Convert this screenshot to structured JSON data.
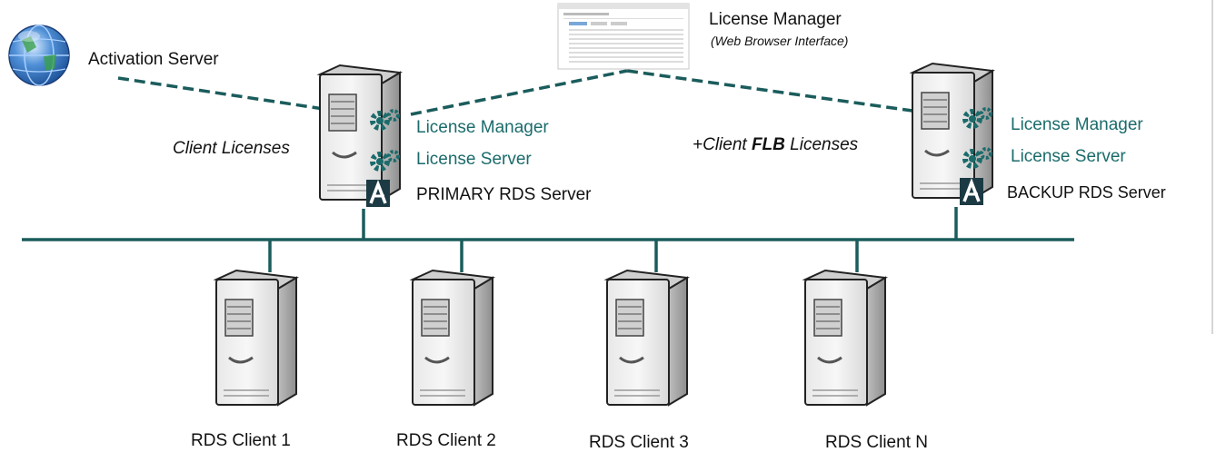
{
  "activation_server": {
    "label": "Activation Server"
  },
  "license_manager_ui": {
    "title": "License Manager",
    "subtitle": "(Web Browser Interface)"
  },
  "primary": {
    "side_note": "Client Licenses",
    "service_1": "License Manager",
    "service_2": "License Server",
    "role": "PRIMARY RDS Server"
  },
  "backup": {
    "side_note_prefix": "+Client ",
    "side_note_bold": "FLB",
    "side_note_suffix": " Licenses",
    "service_1": "License Manager",
    "service_2": "License Server",
    "role": "BACKUP RDS Server"
  },
  "clients": [
    {
      "label": "RDS Client 1"
    },
    {
      "label": "RDS Client 2"
    },
    {
      "label": "RDS Client 3"
    },
    {
      "label": "RDS Client N"
    }
  ],
  "colors": {
    "network_line": "#1b5c5c",
    "dashed_link": "#1b5c5c",
    "service_text": "#1b6b6b",
    "gear": "#1b6b6b",
    "app_badge": "#1c3a44"
  },
  "icons": [
    "globe-icon",
    "browser-screenshot-icon",
    "server-tower-icon",
    "gear-icon",
    "app-logo-icon"
  ]
}
